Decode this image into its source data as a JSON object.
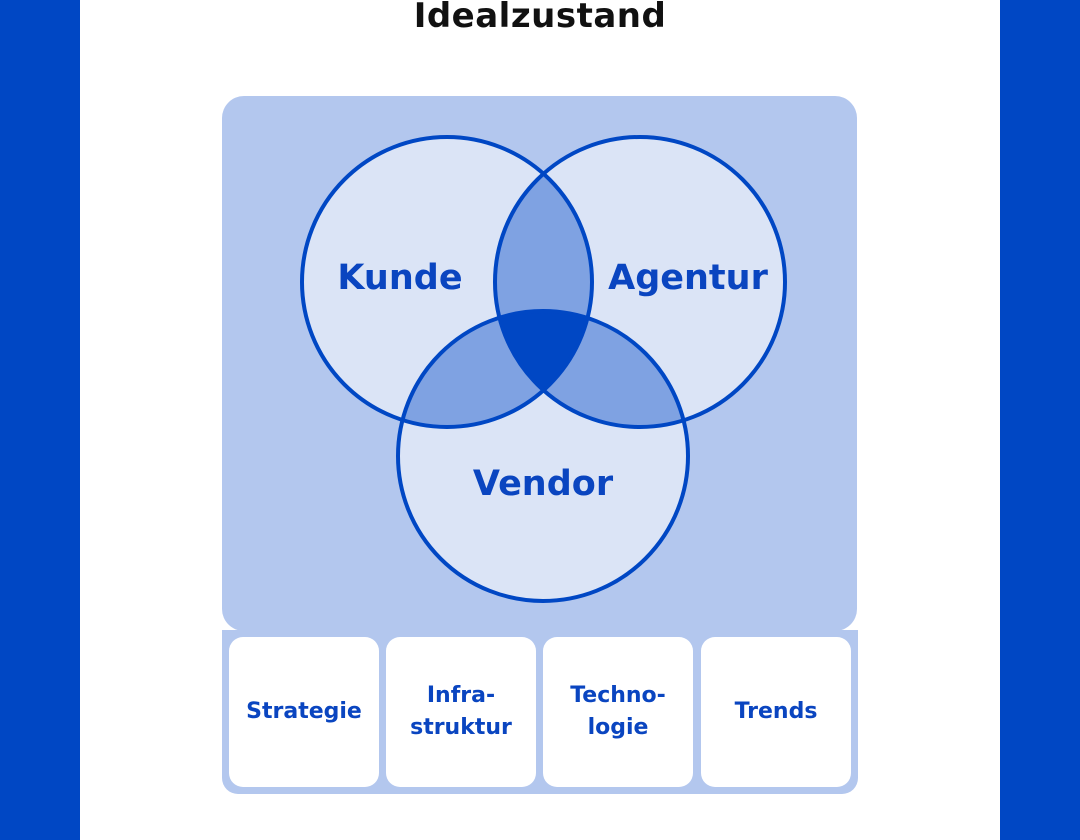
{
  "title": "Idealzustand",
  "colors": {
    "brand_blue": "#0047c4",
    "panel_light_blue": "#b3c7ee",
    "circle_fill": "#dbe4f6",
    "pair_overlap": "#7fa2e2",
    "center_overlap": "#0047c4",
    "label_blue": "#0a45c0"
  },
  "venn": {
    "sets": [
      {
        "label": "Kunde"
      },
      {
        "label": "Agentur"
      },
      {
        "label": "Vendor"
      }
    ]
  },
  "pillars": [
    {
      "label": "Strategie"
    },
    {
      "label": "Infra-\nstruktur"
    },
    {
      "label": "Techno-\nlogie"
    },
    {
      "label": "Trends"
    }
  ]
}
